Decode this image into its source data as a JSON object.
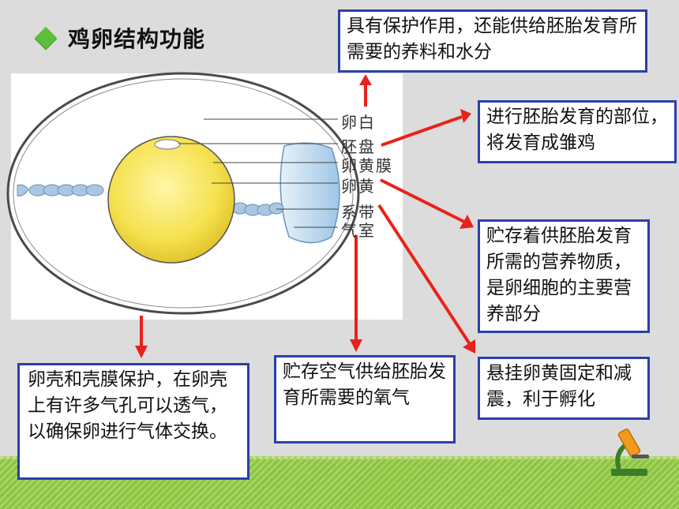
{
  "title": "鸡卵结构功能",
  "labels": {
    "egg_white": "卵白",
    "germinal_disc": "胚盘",
    "vitelline_membrane": "卵黄膜",
    "yolk": "卵黄",
    "chalaza": "系带",
    "air_cell": "气室"
  },
  "boxes": {
    "white_function": "具有保护作用，还能供给胚胎发育所需要的养料和水分",
    "disc_function": "进行胚胎发育的部位，将发育成雏鸡",
    "yolk_function": "贮存着供胚胎发育所需的营养物质，是卵细胞的主要营养部分",
    "chalaza_function": "悬挂卵黄固定和减震，利于孵化",
    "air_function": "贮存空气供给胚胎发育所需要的氧气",
    "shell_function": "卵壳和壳膜保护，在卵壳上有许多气孔可以透气，以确保卵进行气体交换。"
  },
  "colors": {
    "arrow": "#e8221b",
    "box_border": "#2b3fa8",
    "grass": "#8cc63f",
    "yolk": "#f7e45a",
    "air_cell": "#bcd8ee",
    "bullet": "#5cbf3a"
  },
  "icons": [
    "diamond-bullet-icon",
    "microscope-icon"
  ]
}
